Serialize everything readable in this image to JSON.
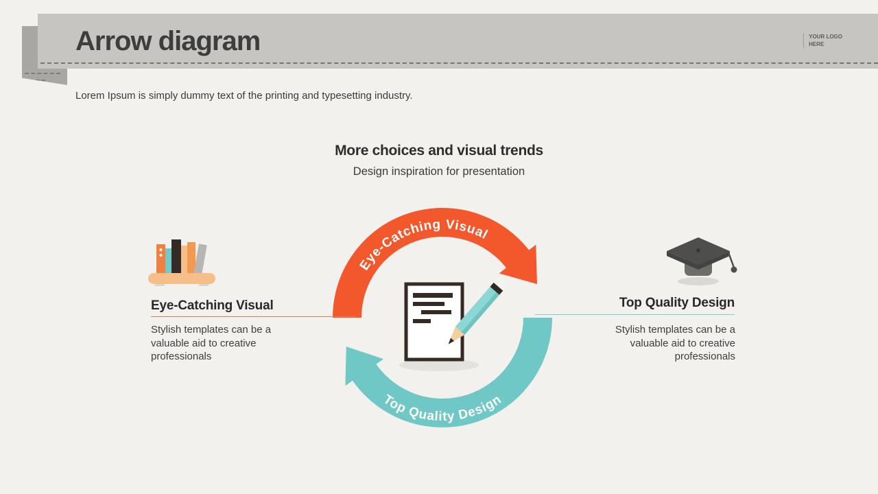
{
  "slide": {
    "background": "#f2f1ee",
    "header": {
      "title": "Arrow diagram",
      "band_color": "#c7c5c2",
      "logo": {
        "line1": "YOUR LOGO",
        "line2": "HERE"
      }
    },
    "intro": "Lorem Ipsum is simply dummy text of the printing and typesetting industry.",
    "center_heading": {
      "title": "More choices and visual trends",
      "subtitle": "Design inspiration for presentation"
    },
    "diagram": {
      "arrows": [
        {
          "label": "Eye-Catching Visual",
          "color": "#f3582d",
          "position": "top",
          "direction": "clockwise"
        },
        {
          "label": "Top Quality Design",
          "color": "#6fc8c5",
          "position": "bottom",
          "direction": "clockwise"
        }
      ],
      "center_icon": "document-and-pencil-icon"
    },
    "items": [
      {
        "icon": "bookshelf-icon",
        "title": "Eye-Catching Visual",
        "description": "Stylish templates can be a valuable aid to creative professionals",
        "accent_color": "#ee7a52",
        "align": "left"
      },
      {
        "icon": "graduation-cap-icon",
        "title": "Top Quality Design",
        "description": "Stylish templates can be a valuable aid to creative professionals",
        "accent_color": "#7bcfcc",
        "align": "right"
      }
    ]
  }
}
